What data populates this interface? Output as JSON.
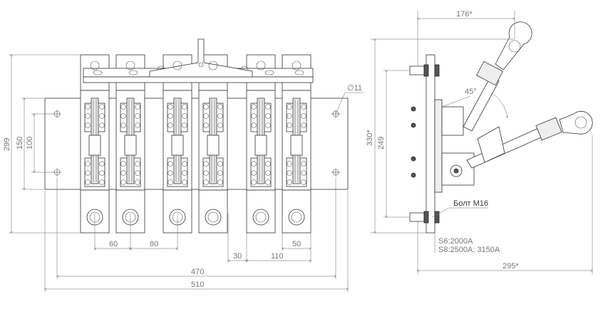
{
  "front_view": {
    "dims": {
      "d299": "299",
      "d150": "150",
      "d100": "100",
      "d60": "60",
      "d80": "80",
      "d30": "30",
      "d110": "110",
      "d50": "50",
      "d470": "470",
      "d510": "510",
      "diameter": "∅11"
    }
  },
  "side_view": {
    "dims": {
      "d176": "176*",
      "d330": "330*",
      "d249": "249",
      "d295": "295*",
      "angle": "45°"
    },
    "labels": {
      "bolt": "Болт М16",
      "s6": "S6:2000A",
      "s8": "S8:2500A; 3150A"
    }
  }
}
